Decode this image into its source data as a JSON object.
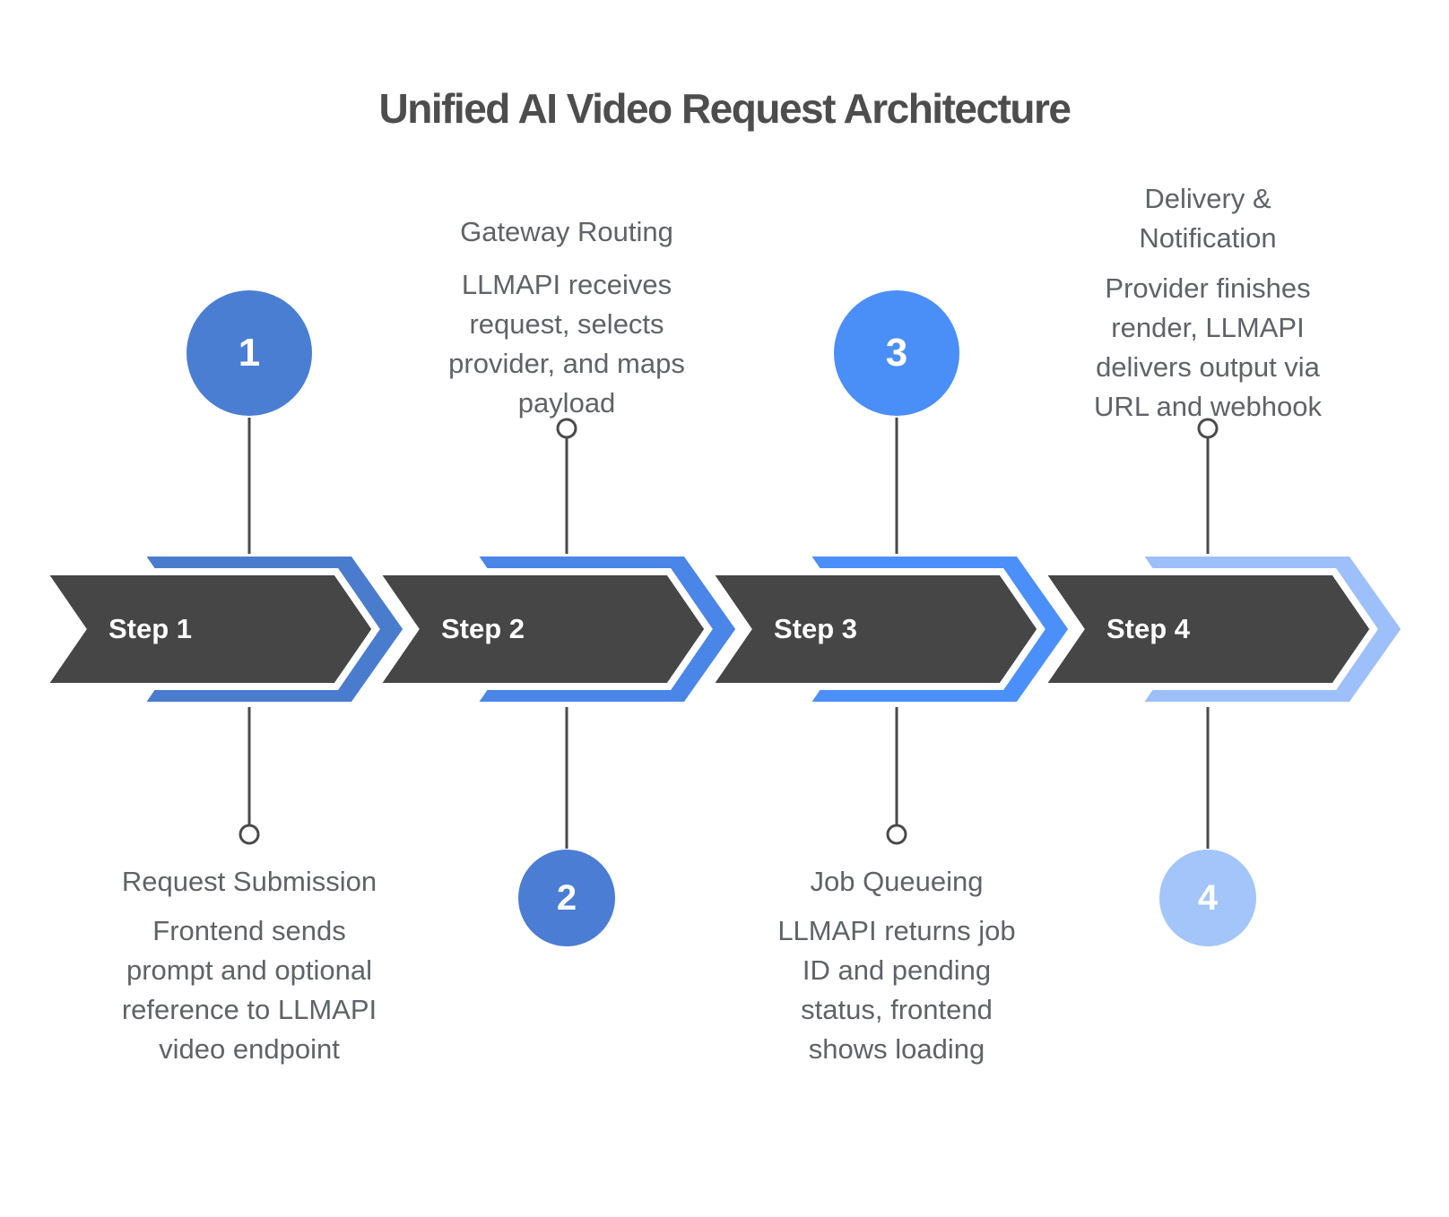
{
  "title": "Unified AI Video Request Architecture",
  "colors": {
    "title": "#4d4d4d",
    "text": "#5f6368",
    "dark": "#464646",
    "connector": "#4a4a4a",
    "step_label": "#ffffff"
  },
  "steps": [
    {
      "label": "Step 1",
      "number": "1",
      "chevron_color": "#4a7cce",
      "circle_color": "#4a7ed2",
      "text_position": "below",
      "heading_lines": [
        "Request Submission"
      ],
      "body_lines": [
        "Frontend sends",
        "prompt and optional",
        "reference to LLMAPI",
        "video endpoint"
      ]
    },
    {
      "label": "Step 2",
      "number": "2",
      "chevron_color": "#4a85e8",
      "circle_color": "#4a7dd3",
      "text_position": "above",
      "heading_lines": [
        "Gateway Routing"
      ],
      "body_lines": [
        "LLMAPI receives",
        "request, selects",
        "provider, and maps",
        "payload"
      ]
    },
    {
      "label": "Step 3",
      "number": "3",
      "chevron_color": "#4b8ffb",
      "circle_color": "#4a8ef7",
      "text_position": "below",
      "heading_lines": [
        "Job Queueing"
      ],
      "body_lines": [
        "LLMAPI returns job",
        "ID and pending",
        "status, frontend",
        "shows loading"
      ]
    },
    {
      "label": "Step 4",
      "number": "4",
      "chevron_color": "#9dbffa",
      "circle_color": "#a3c5f9",
      "text_position": "above",
      "heading_lines": [
        "Delivery &",
        "Notification"
      ],
      "body_lines": [
        "Provider finishes",
        "render, LLMAPI",
        "delivers output via",
        "URL and webhook"
      ]
    }
  ]
}
